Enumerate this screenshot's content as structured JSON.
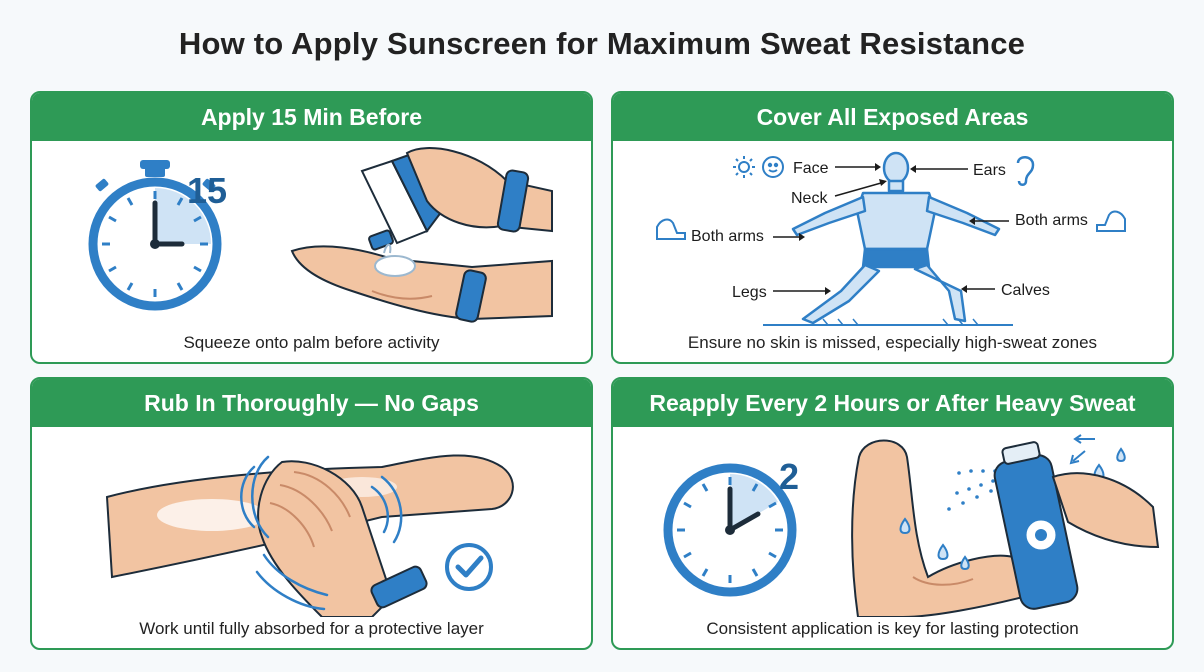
{
  "title": "How to Apply Sunscreen for Maximum Sweat Resistance",
  "colors": {
    "header_green": "#2e9a56",
    "accent_blue": "#2f7fc6",
    "skin": "#f2c4a2",
    "skin_shadow": "#e0a27e"
  },
  "panels": [
    {
      "heading": "Apply 15 Min Before",
      "caption": "Squeeze onto palm before activity",
      "badge": "15"
    },
    {
      "heading": "Cover All Exposed Areas",
      "caption": "Ensure no skin is missed, especially high-sweat zones",
      "labels": {
        "face": "Face",
        "ears": "Ears",
        "neck": "Neck",
        "arms_left": "Both arms",
        "arms_right": "Both arms",
        "legs": "Legs",
        "calves": "Calves"
      }
    },
    {
      "heading": "Rub In Thoroughly — No Gaps",
      "caption": "Work until fully absorbed for a protective layer"
    },
    {
      "heading": "Reapply Every 2 Hours or After Heavy Sweat",
      "caption": "Consistent application is key for lasting protection",
      "badge": "2"
    }
  ],
  "icons": [
    "stopwatch-icon",
    "sunscreen-tube-icon",
    "sun-icon",
    "face-icon",
    "ear-icon",
    "flexed-arm-icon",
    "check-circle-icon",
    "clock-icon",
    "spray-can-icon",
    "sweat-drop-icon"
  ]
}
